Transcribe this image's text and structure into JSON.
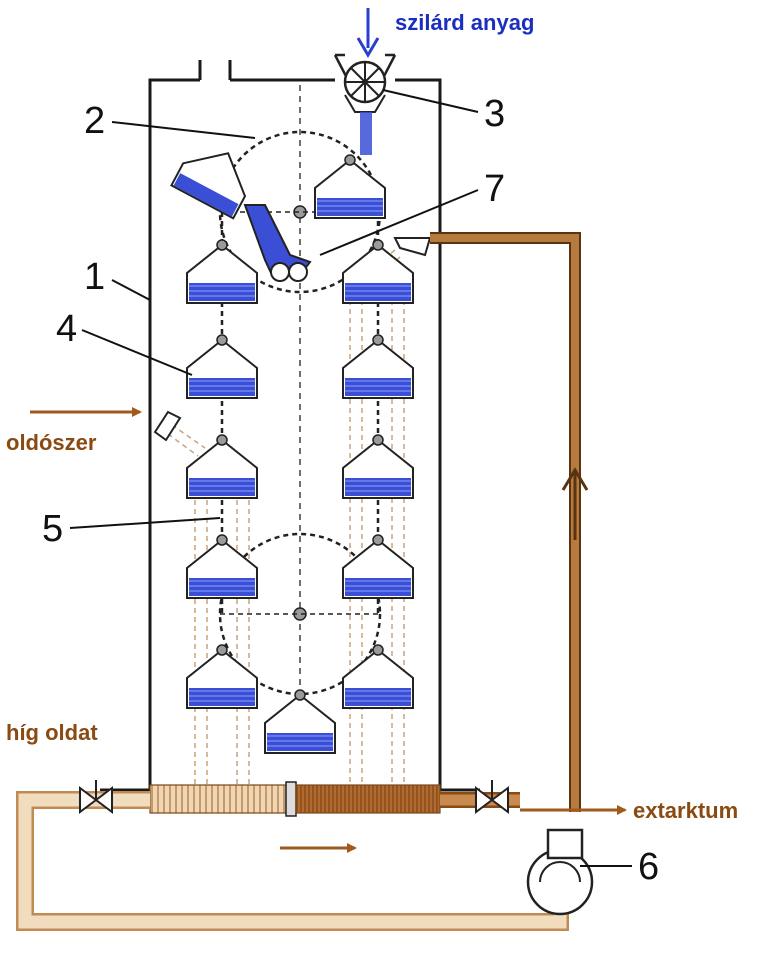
{
  "labels": {
    "input_solid": "szilárd anyag",
    "input_solvent": "oldószer",
    "dilute_solution": "híg oldat",
    "extract": "extarktum"
  },
  "part_numbers": {
    "n1": "1",
    "n2": "2",
    "n3": "3",
    "n4": "4",
    "n5": "5",
    "n6": "6",
    "n7": "7"
  },
  "colors": {
    "solid": "#3b4fd6",
    "solvent": "#a05a1c",
    "dilute": "#e9c9a0",
    "extract": "#b06a2c",
    "outline": "#1a1a1a",
    "blue_label": "#1a2fbf",
    "brown_label": "#8a4a12"
  },
  "icons": [
    "rotary-feeder-icon",
    "centrifugal-pump-icon",
    "valve-icon",
    "basket-icon",
    "solvent-nozzle-icon",
    "arrow-icon"
  ]
}
